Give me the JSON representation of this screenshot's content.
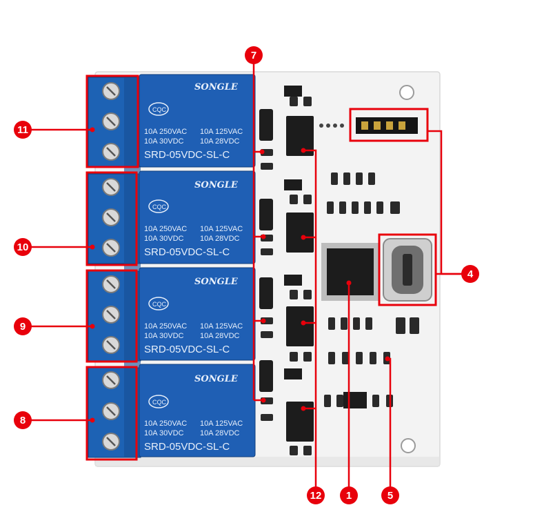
{
  "relays": [
    {
      "brand": "SONGLE",
      "cert": "CQC",
      "ratings": [
        "10A 250VAC",
        "10A 125VAC",
        "10A 30VDC",
        "10A 28VDC"
      ],
      "part": "SRD-05VDC-SL-C"
    },
    {
      "brand": "SONGLE",
      "cert": "CQC",
      "ratings": [
        "10A 250VAC",
        "10A 125VAC",
        "10A 30VDC",
        "10A 28VDC"
      ],
      "part": "SRD-05VDC-SL-C"
    },
    {
      "brand": "SONGLE",
      "cert": "CQC",
      "ratings": [
        "10A 250VAC",
        "10A 125VAC",
        "10A 30VDC",
        "10A 28VDC"
      ],
      "part": "SRD-05VDC-SL-C"
    },
    {
      "brand": "SONGLE",
      "cert": "CQC",
      "ratings": [
        "10A 250VAC",
        "10A 125VAC",
        "10A 30VDC",
        "10A 28VDC"
      ],
      "part": "SRD-05VDC-SL-C"
    }
  ],
  "callouts": {
    "c1": "1",
    "c4": "4",
    "c5": "5",
    "c7": "7",
    "c8": "8",
    "c9": "9",
    "c10": "10",
    "c11": "11",
    "c12": "12"
  },
  "colors": {
    "callout": "#e8000b",
    "relay": "#1f5fb4",
    "terminal": "#1b5fb0",
    "board": "#f3f3f3",
    "chip": "#1c1c1c"
  }
}
